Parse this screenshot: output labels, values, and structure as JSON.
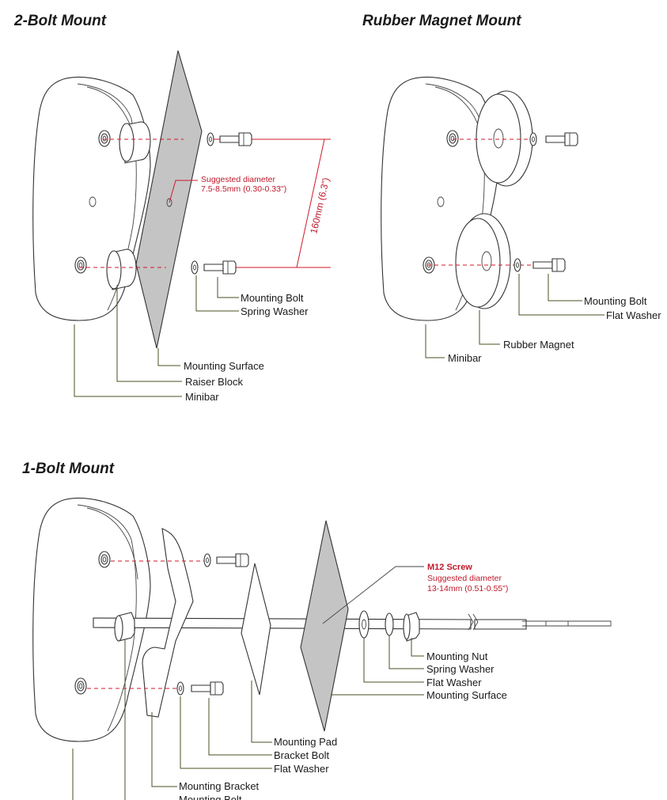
{
  "sections": {
    "two_bolt": {
      "title": "2-Bolt Mount",
      "labels": [
        "Mounting Bolt",
        "Spring Washer",
        "Mounting Surface",
        "Raiser Block",
        "Minibar"
      ],
      "hole_note": "Suggested diameter",
      "hole_size": "7.5-8.5mm (0.30-0.33\")",
      "spacing": "160mm (6.3\")"
    },
    "magnet": {
      "title": "Rubber Magnet Mount",
      "labels": [
        "Mounting Bolt",
        "Flat Washer",
        "Rubber Magnet",
        "Minibar"
      ]
    },
    "one_bolt": {
      "title": "1-Bolt Mount",
      "screw": "M12 Screw",
      "hole_note": "Suggested diameter",
      "hole_size": "13-14mm (0.51-0.55\")",
      "labels_right": [
        "Mounting Nut",
        "Spring Washer",
        "Flat Washer",
        "Mounting Surface"
      ],
      "labels_left": [
        "Mounting Pad",
        "Bracket Bolt",
        "Flat Washer",
        "Mounting Bracket",
        "Mounting Bolt"
      ]
    }
  },
  "colors": {
    "accent": "#c0192b",
    "surface": "#c4c4c4",
    "leader": "#4a5220"
  }
}
